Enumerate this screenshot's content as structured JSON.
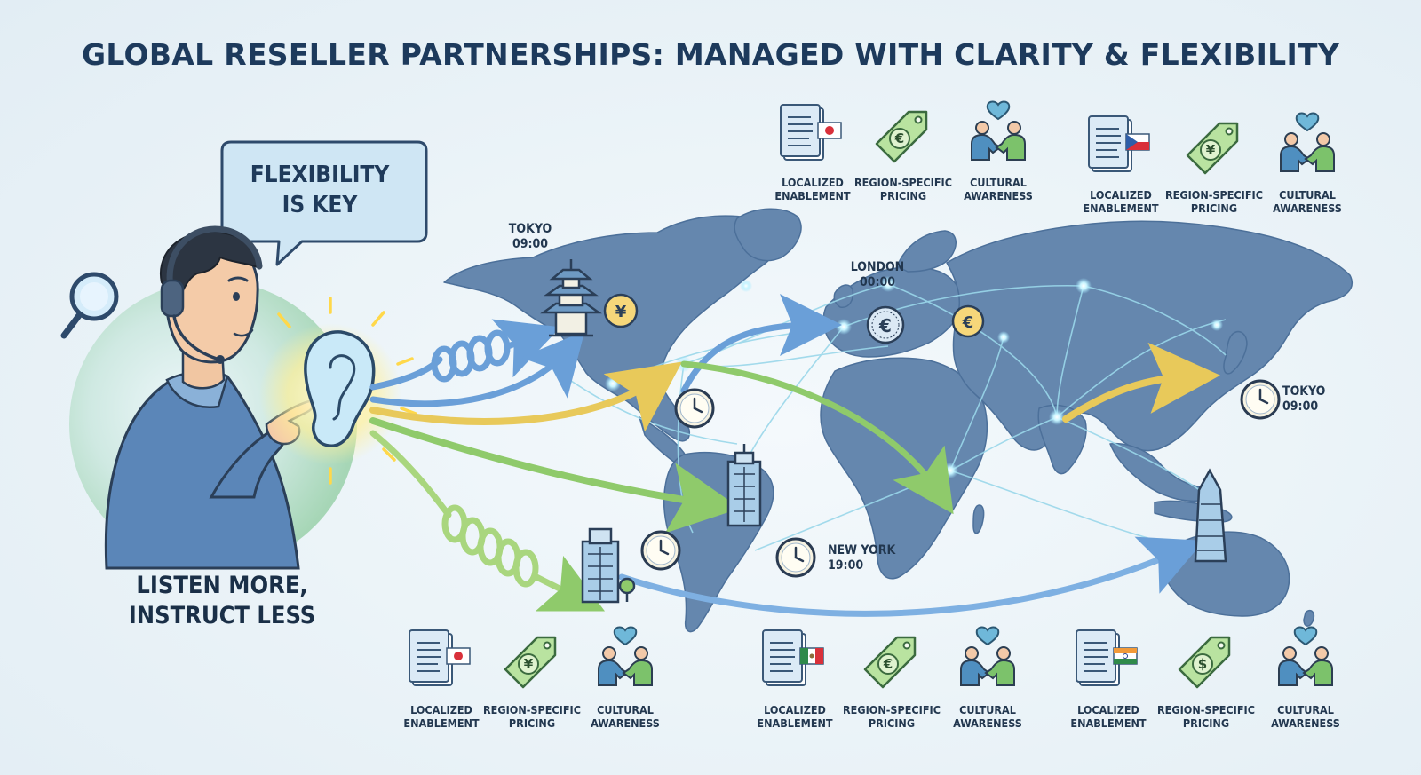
{
  "title": "GLOBAL RESELLER PARTNERSHIPS: MANAGED WITH CLARITY & FLEXIBILITY",
  "speech_bubble": [
    "FLEXIBILITY",
    "IS KEY"
  ],
  "caption": [
    "LISTEN MORE,",
    "INSTRUCT LESS"
  ],
  "cities": {
    "tokyo_west": [
      "TOKYO",
      "09:00"
    ],
    "london": [
      "LONDON",
      "00:00"
    ],
    "tokyo_east": [
      "TOKYO",
      "09:00"
    ],
    "new_york": [
      "NEW YORK",
      "19:00"
    ]
  },
  "features": {
    "top_left": {
      "flag": "japan",
      "currency_symbol": "€",
      "enablement": [
        "LOCALIZED",
        "ENABLEMENT"
      ],
      "pricing": [
        "REGION-SPECIFIC",
        "PRICING"
      ],
      "culture": [
        "CULTURAL",
        "AWARENESS"
      ]
    },
    "top_right": {
      "flag": "czech",
      "currency_symbol": "¥",
      "enablement": [
        "LOCALIZED",
        "ENABLEMENT"
      ],
      "pricing": [
        "REGION-SPECIFIC",
        "PRICING"
      ],
      "culture": [
        "CULTURAL",
        "AWARENESS"
      ]
    },
    "bottom_left": {
      "flag": "japan",
      "currency_symbol": "¥",
      "enablement": [
        "LOCALIZED",
        "ENABLEMENT"
      ],
      "pricing": [
        "REGION-SPECIFIC",
        "PRICING"
      ],
      "culture": [
        "CULTURAL",
        "AWARENESS"
      ]
    },
    "bottom_middle": {
      "flag": "mexico",
      "currency_symbol": "€",
      "enablement": [
        "LOCALIZED",
        "ENABLEMENT"
      ],
      "pricing": [
        "REGION-SPECIFIC",
        "PRICING"
      ],
      "culture": [
        "CULTURAL",
        "AWARENESS"
      ]
    },
    "bottom_right": {
      "flag": "india",
      "currency_symbol": "$",
      "enablement": [
        "LOCALIZED",
        "ENABLEMENT"
      ],
      "pricing": [
        "REGION-SPECIFIC",
        "PRICING"
      ],
      "culture": [
        "CULTURAL",
        "AWARENESS"
      ]
    }
  },
  "map_badges": {
    "yen": "¥",
    "euro_1": "€",
    "euro_2": "€"
  },
  "colors": {
    "title": "#1d3a5c",
    "map_land": "#5a7ea8",
    "arrow_blue": "#6a9fd8",
    "arrow_yellow": "#f1d877",
    "arrow_green": "#a9d67e",
    "glow": "#ffe97a",
    "tag_green": "#b9e3a0"
  }
}
